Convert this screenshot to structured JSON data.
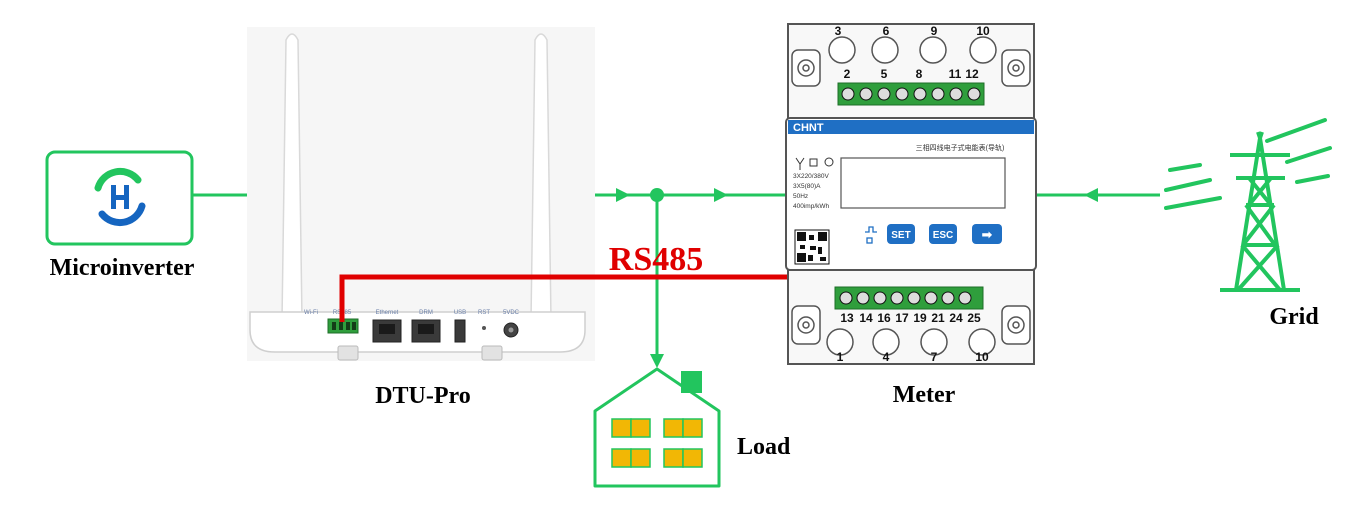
{
  "labels": {
    "microinverter": "Microinverter",
    "dtu": "DTU-Pro",
    "meter": "Meter",
    "load": "Load",
    "grid": "Grid",
    "rs485": "RS485"
  },
  "dtu_ports": [
    "Wi-Fi",
    "RS485",
    "Ethernet",
    "DRM",
    "USB",
    "RST",
    "5VDC"
  ],
  "meter_panel": {
    "brand": "CHNT",
    "title": "三相四线电子式电能表(导轨)",
    "specs": [
      "3X220/380V",
      "3X5(80)A",
      "50Hz",
      "400imp/kWh"
    ],
    "buttons": [
      "SET",
      "ESC",
      "➡"
    ]
  },
  "meter_top_big": [
    "3",
    "6",
    "9",
    "10"
  ],
  "meter_top_small": [
    "2",
    "5",
    "8",
    "11",
    "12"
  ],
  "meter_bottom_small": [
    "13",
    "14",
    "16",
    "17",
    "19",
    "21",
    "24",
    "25"
  ],
  "meter_bottom_big": [
    "1",
    "4",
    "7",
    "10"
  ],
  "colors": {
    "green": "#22c55e",
    "red": "#e00000",
    "meter_blue": "#1f6fc4",
    "terminal_green": "#2f9e3c",
    "load_yellow": "#f2b705"
  }
}
